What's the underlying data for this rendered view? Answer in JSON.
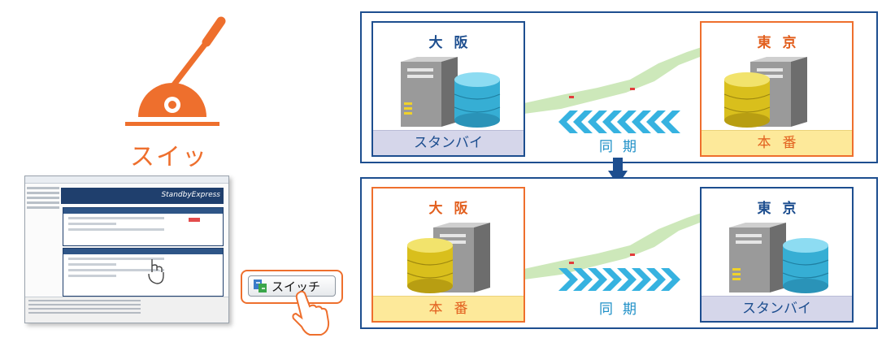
{
  "left": {
    "switch_label": "スイッチ",
    "screenshot_brand": "StandbyExpress",
    "switch_button_label": "スイッチ"
  },
  "top_panel": {
    "left_site": {
      "name": "大阪",
      "role": "スタンバイ"
    },
    "right_site": {
      "name": "東京",
      "role": "本番"
    },
    "sync_label": "同期",
    "direction": "right-to-left"
  },
  "bottom_panel": {
    "left_site": {
      "name": "大阪",
      "role": "本番"
    },
    "right_site": {
      "name": "東京",
      "role": "スタンバイ"
    },
    "sync_label": "同期",
    "direction": "left-to-right"
  },
  "colors": {
    "orange": "#ee6f2d",
    "navy": "#1d4e8f",
    "cyan": "#36b2e0",
    "db_blue": "#4fc3e3",
    "db_yellow": "#e2c81e",
    "standby_bg": "#d5d6ea",
    "production_bg": "#fde99a"
  },
  "icons": [
    "switch-lever-icon",
    "server-icon",
    "database-icon",
    "hand-pointer-icon",
    "down-arrow-icon",
    "chevron-arrows-icon"
  ]
}
